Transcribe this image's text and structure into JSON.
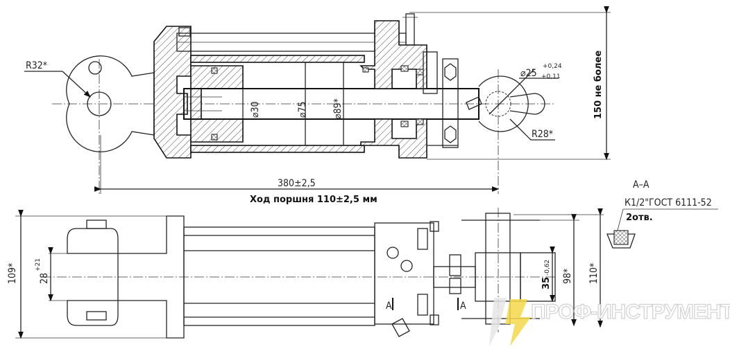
{
  "drawing": {
    "top_view": {
      "dim_eye_radius_left": "R32*",
      "dim_pin_diameter": "⌀25",
      "dim_pin_tol_upper": "+0,24",
      "dim_pin_tol_lower": "+0,11",
      "dim_eye_radius_right": "R28*",
      "dim_rod": "⌀30",
      "dim_piston": "⌀75",
      "dim_tube": "⌀89*",
      "dim_length": "380±2,5",
      "stroke_label": "Ход поршня 110±2,5 мм",
      "dim_height": "150 не более"
    },
    "bottom_view": {
      "dim_width": "109*",
      "dim_slot": "28",
      "dim_slot_tol": "+21",
      "dim_clevis": "35",
      "dim_clevis_tol": "-0,62",
      "dim_98": "98*",
      "dim_110": "110*",
      "section_mark_left": "A",
      "section_mark_right": "A"
    },
    "section": {
      "title": "А–А",
      "thread_label": "К1/2\"ГОСТ 6111-52",
      "holes_label": "2отв."
    }
  },
  "watermark": {
    "text": "ПРОФ-ИНСТРУМЕНТ",
    "logo_color": "#f5d84a"
  }
}
